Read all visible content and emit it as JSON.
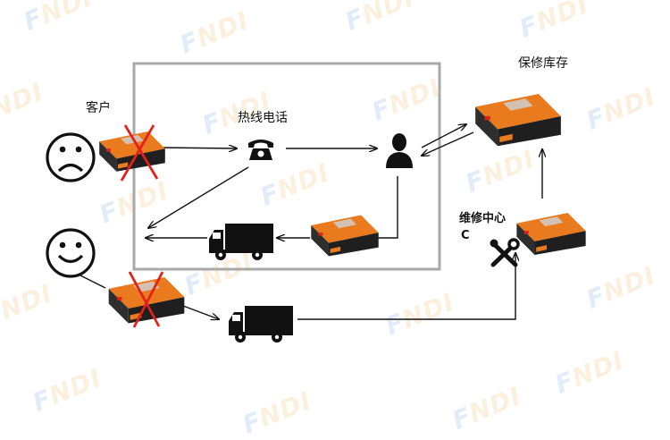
{
  "colors": {
    "battery_body": "#2b2b2b",
    "battery_top": "#ea7a1e",
    "cross": "#e0221b",
    "frame": "#a9a9a9",
    "arrow": "#111111",
    "watermark_blue": "#4a8fd6",
    "watermark_orange": "#e9a53b"
  },
  "labels": {
    "customer": "客户",
    "hotline": "热线电话",
    "warranty_stock": "保修库存",
    "repair_center": "维修中心",
    "repair_center_suffix": "C"
  },
  "watermark": {
    "brand": "FNDI",
    "first_letter": "F",
    "rest": "NDI"
  },
  "icons": [
    "sad-face-icon",
    "happy-face-icon",
    "telephone-icon",
    "person-icon",
    "truck-icon",
    "tools-icon",
    "battery-icon",
    "cross-icon"
  ]
}
